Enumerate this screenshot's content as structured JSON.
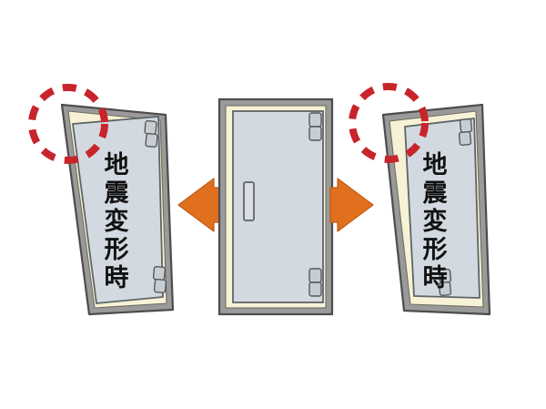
{
  "diagram": {
    "title": "door-deformation-during-earthquake",
    "background_color": "#FFFFFF",
    "panels": [
      {
        "id": "left-deformed-door",
        "state_label": "地震変形時",
        "tilt_direction": "left",
        "highlight": "top-left-corner-gap",
        "has_highlight_circle": true
      },
      {
        "id": "center-normal-door",
        "state_label": "",
        "tilt_direction": "none",
        "highlight": "",
        "has_highlight_circle": false
      },
      {
        "id": "right-deformed-door",
        "state_label": "地震変形時",
        "tilt_direction": "right",
        "highlight": "top-left-corner-gap",
        "has_highlight_circle": true
      }
    ],
    "arrows": [
      {
        "id": "arrow-left",
        "direction": "left",
        "color": "#E0701E"
      },
      {
        "id": "arrow-right",
        "direction": "right",
        "color": "#E0701E"
      }
    ],
    "colors": {
      "frame_outer": "#9A9A9A",
      "frame_outline": "#4D4D4D",
      "frame_inner_cream": "#F7F2D5",
      "door_panel": "#D2D9E0",
      "door_panel_outline": "#5E6468",
      "hinge_fill": "#C7CDD3",
      "hinge_outline": "#55595C",
      "handle_fill": "#D9DEE3",
      "handle_outline": "#6A7074",
      "highlight_circle": "#C8242C",
      "arrow": "#E0701E",
      "arrow_outline": "#C25A12",
      "text": "#111111"
    },
    "label_text_chars": [
      "地",
      "震",
      "変",
      "形",
      "時"
    ]
  }
}
